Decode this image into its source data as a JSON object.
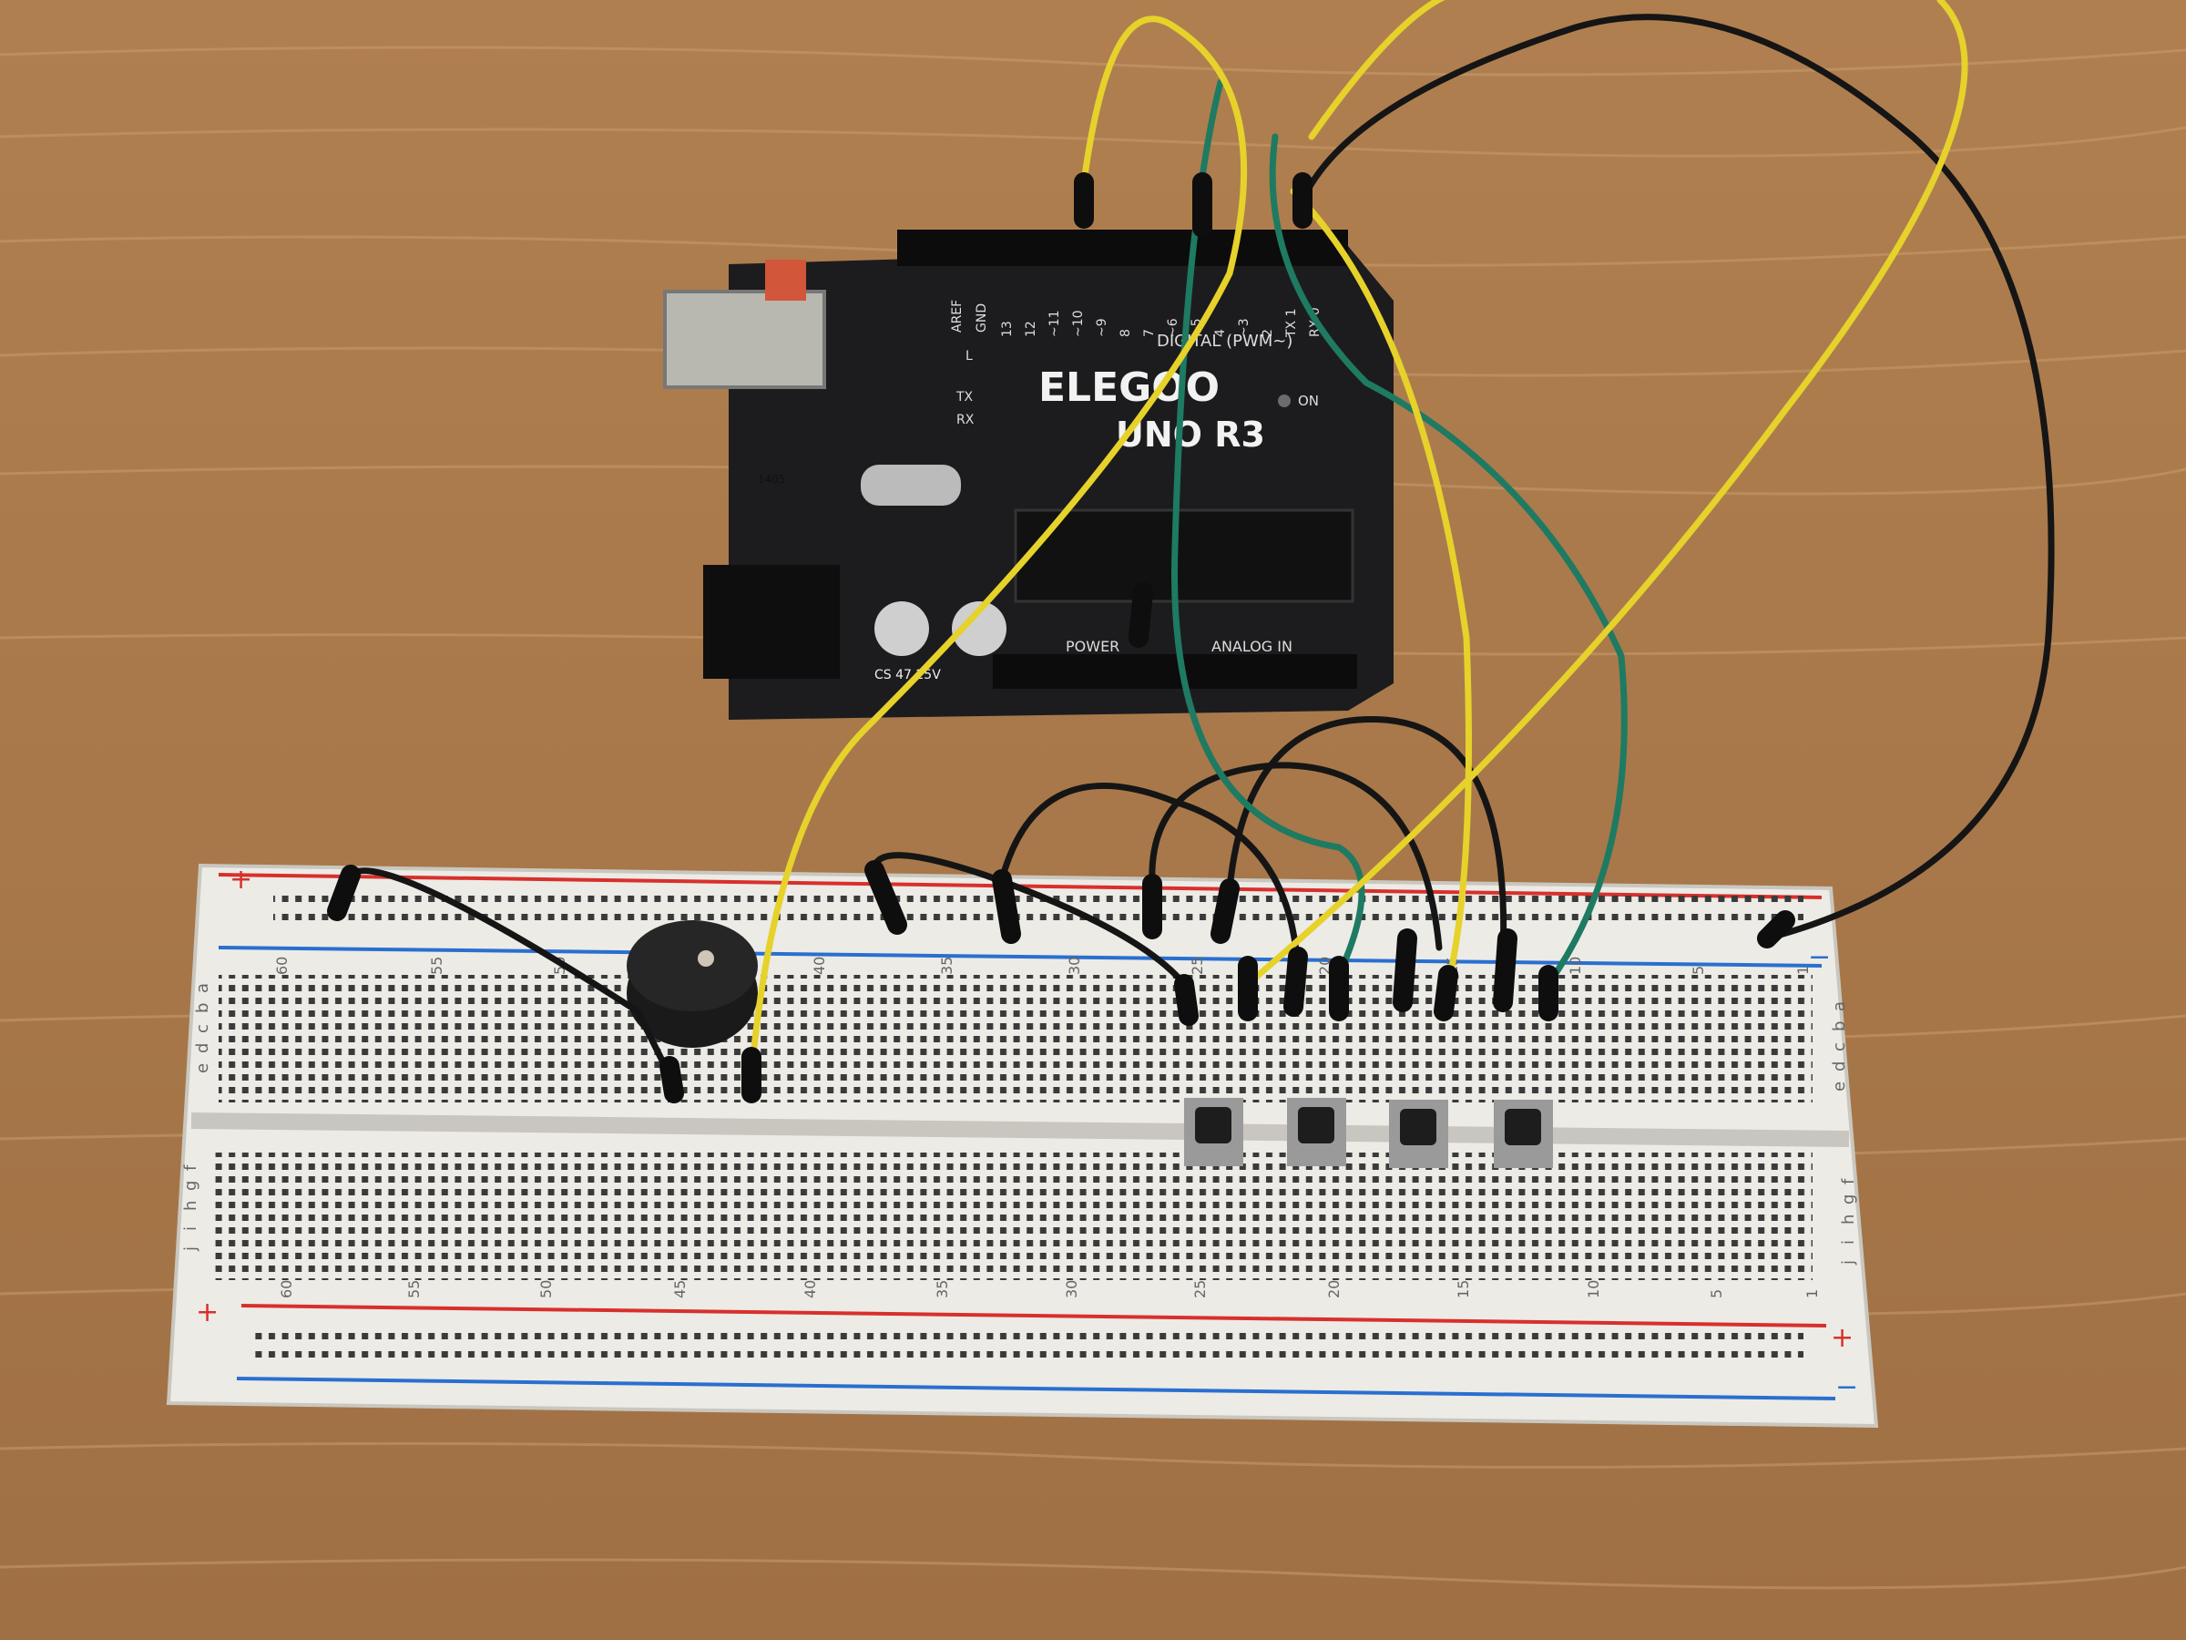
{
  "board": {
    "brand": "ELEGOO",
    "model": "UNO R3",
    "digital_label": "DIGITAL (PWM~)",
    "power_label": "POWER",
    "analog_label": "ANALOG IN",
    "on_label": "ON",
    "aref_label": "AREF",
    "gnd_label": "GND",
    "tx_label": "TX",
    "rx_label": "RX",
    "l_label": "L",
    "pins_top": [
      "13",
      "12",
      "~11",
      "~10",
      "~9",
      "8",
      "7",
      "~6",
      "~5",
      "4",
      "~3",
      "2",
      "TX 1",
      "RX 0"
    ],
    "cap_text": "CS 47 25V",
    "chip_marking": "1405"
  },
  "breadboard": {
    "column_numbers": [
      "60",
      "55",
      "50",
      "45",
      "40",
      "35",
      "30",
      "25",
      "20",
      "15",
      "10",
      "5",
      "1"
    ],
    "row_letters_top": [
      "a",
      "b",
      "c",
      "d",
      "e"
    ],
    "row_letters_bottom": [
      "f",
      "g",
      "h",
      "i",
      "j"
    ],
    "plus": "+",
    "minus": "−"
  },
  "colors": {
    "wood": "#a9794a",
    "board_pcb": "#1c1c1e",
    "breadboard": "#ecebe6",
    "rail_red": "#d8302c",
    "rail_blue": "#2a6fd0",
    "wire_yellow": "#e6d22a",
    "wire_green": "#1f7a62",
    "wire_black": "#151515"
  }
}
